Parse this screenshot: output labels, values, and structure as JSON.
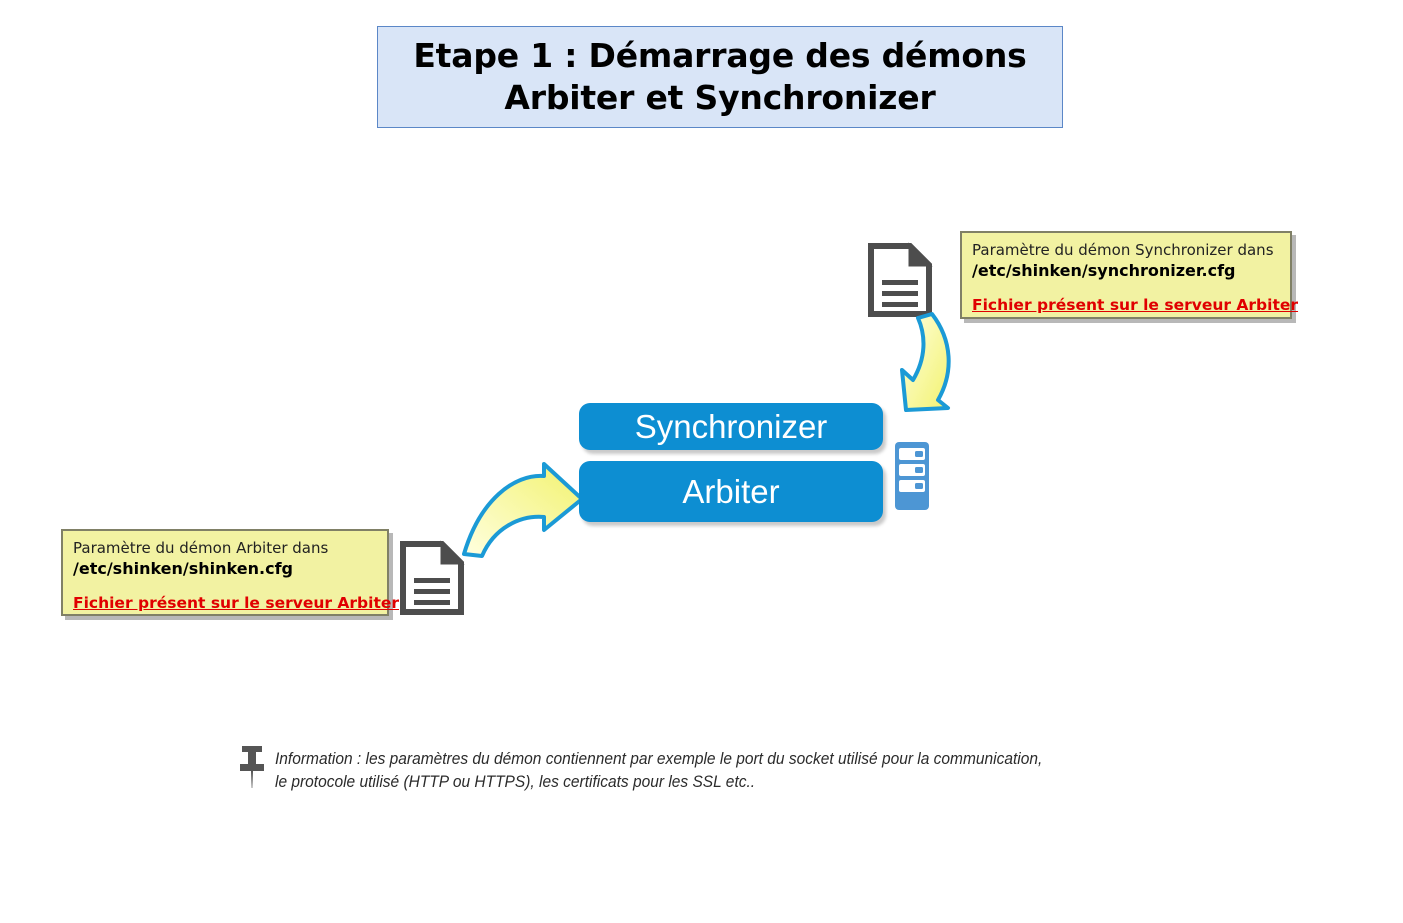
{
  "title": {
    "text": "Etape 1 : Démarrage des démons\nArbiter et Synchronizer",
    "bg_color": "#d9e5f7",
    "border_color": "#5b87c7"
  },
  "daemons": [
    {
      "name": "Synchronizer",
      "color": "#0d8ed2"
    },
    {
      "name": "Arbiter",
      "color": "#0d8ed2"
    }
  ],
  "notes": [
    {
      "id": "synchronizer-config",
      "line1": "Paramètre du démon Synchronizer dans",
      "line2": "/etc/shinken/synchronizer.cfg",
      "line3": "Fichier présent sur le serveur Arbiter",
      "bg_color": "#f2f2a2",
      "border_color": "#808066",
      "highlight_color": "#e00000"
    },
    {
      "id": "arbiter-config",
      "line1": "Paramètre du démon Arbiter dans",
      "line2": "/etc/shinken/shinken.cfg",
      "line3": "Fichier présent sur le serveur Arbiter",
      "bg_color": "#f2f2a2",
      "border_color": "#808066",
      "highlight_color": "#e00000"
    }
  ],
  "icons": {
    "document_synchronizer": "document-icon",
    "document_arbiter": "document-icon",
    "server": "server-rack-icon",
    "arrow_down": "curved-arrow-down-icon",
    "arrow_right": "curved-arrow-right-icon",
    "pin": "pushpin-icon"
  },
  "arrow_colors": {
    "fill_light": "#ffffcc",
    "fill_dark": "#f5f58a",
    "stroke": "#1b9ad6"
  },
  "footer": {
    "text": "Information : les paramètres du démon contiennent par exemple le port du socket utilisé pour la communication,\nle protocole utilisé (HTTP ou HTTPS), les certificats pour les SSL etc..",
    "color": "#2b2b2b"
  }
}
